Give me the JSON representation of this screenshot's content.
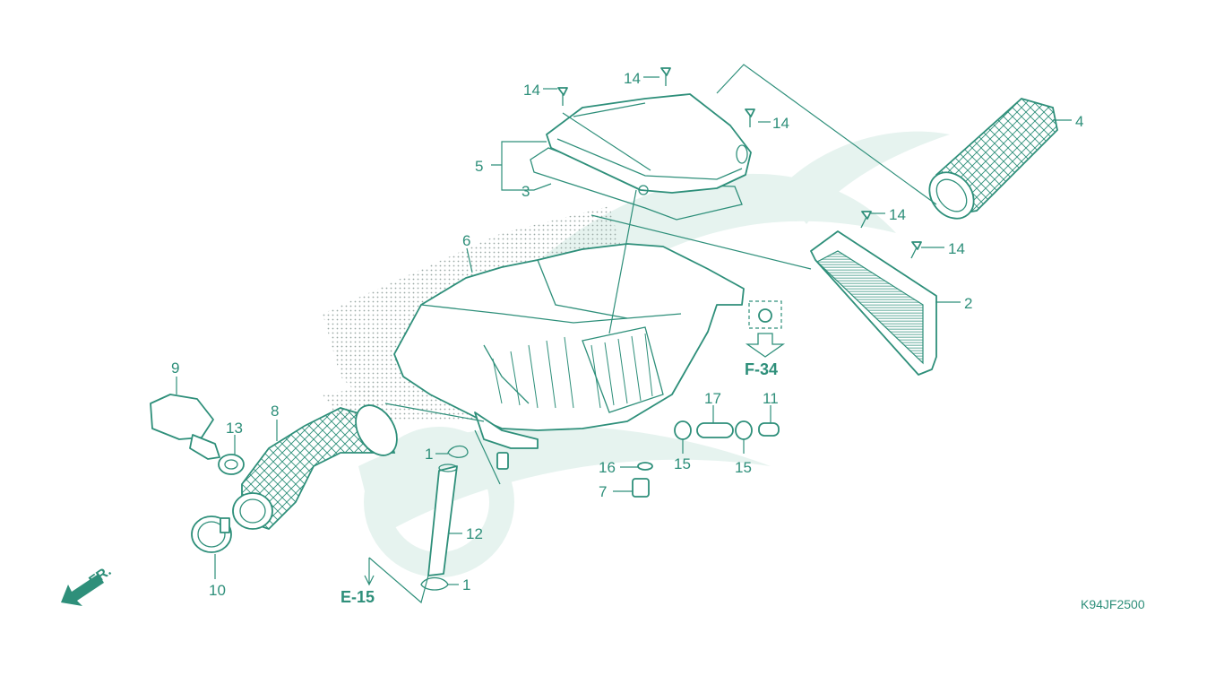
{
  "colors": {
    "line": "#2e8f7a",
    "watermark": "#e6f3ef",
    "background": "#ffffff"
  },
  "callouts": [
    {
      "id": "c-14a",
      "text": "14"
    },
    {
      "id": "c-14b",
      "text": "14"
    },
    {
      "id": "c-14c",
      "text": "14"
    },
    {
      "id": "c-14d",
      "text": "14"
    },
    {
      "id": "c-14e",
      "text": "14"
    },
    {
      "id": "c-4",
      "text": "4"
    },
    {
      "id": "c-5",
      "text": "5"
    },
    {
      "id": "c-3",
      "text": "3"
    },
    {
      "id": "c-6",
      "text": "6"
    },
    {
      "id": "c-2",
      "text": "2"
    },
    {
      "id": "c-9",
      "text": "9"
    },
    {
      "id": "c-13",
      "text": "13"
    },
    {
      "id": "c-8",
      "text": "8"
    },
    {
      "id": "c-10",
      "text": "10"
    },
    {
      "id": "c-1a",
      "text": "1"
    },
    {
      "id": "c-1b",
      "text": "1"
    },
    {
      "id": "c-12",
      "text": "12"
    },
    {
      "id": "c-16",
      "text": "16"
    },
    {
      "id": "c-7",
      "text": "7"
    },
    {
      "id": "c-15a",
      "text": "15"
    },
    {
      "id": "c-17",
      "text": "17"
    },
    {
      "id": "c-15b",
      "text": "15"
    },
    {
      "id": "c-11",
      "text": "11"
    }
  ],
  "references": {
    "f34": "F-34",
    "e15": "E-15"
  },
  "direction_label": "FR.",
  "diagram_code": "K94JF2500",
  "icons": {
    "front_arrow": "arrow-left-down-icon"
  }
}
